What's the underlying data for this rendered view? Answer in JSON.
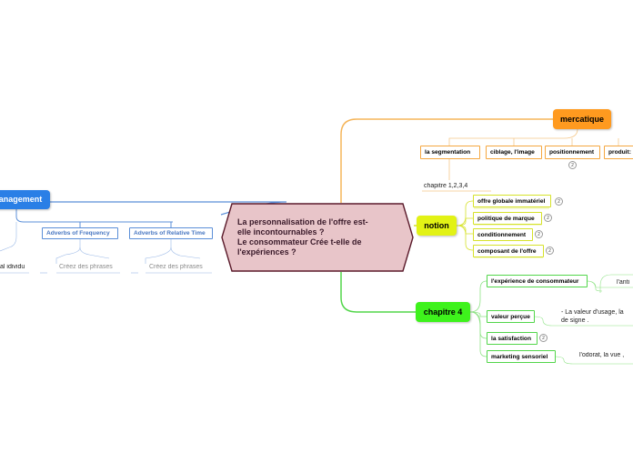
{
  "central": {
    "lines": [
      "La personnalisation de l'offre est-",
      "elle incontournables ?",
      "Le consommateur Crée t-elle de",
      "l'expériences ?"
    ]
  },
  "mercatique": {
    "label": "mercatique",
    "children": [
      "la segmentation",
      "ciblage, l'image",
      "positionnement",
      "produit:"
    ],
    "positionnement_badge": "2",
    "segmentation_note": "chapitre 1,2,3,4"
  },
  "notion": {
    "label": "notion",
    "children": [
      {
        "label": "offre globale immatériel",
        "badge": "2"
      },
      {
        "label": "politique de marque",
        "badge": "2"
      },
      {
        "label": "conditionnement",
        "badge": "2"
      },
      {
        "label": "composant de l'offre",
        "badge": "2"
      }
    ]
  },
  "chapitre4": {
    "label": "chapitre 4",
    "children": [
      {
        "label": "l'expérience de consommateur",
        "note": "l'anti"
      },
      {
        "label": "valeur perçue",
        "note_lines": [
          "- La valeur d'usage, la",
          "de signe ."
        ]
      },
      {
        "label": "la satisfaction",
        "badge": "2"
      },
      {
        "label": "marketing sensoriel",
        "note": "l'odorat, la vue ,"
      }
    ]
  },
  "management": {
    "label": "anagement",
    "children": [
      {
        "label": "Adverbs of Frequency",
        "note": "Créez des phrases"
      },
      {
        "label": "Adverbs of Relative Time",
        "note": "Créez des phrases"
      }
    ],
    "left_note": "al idividu"
  },
  "colors": {
    "orange": "#ff9a1f",
    "yellow": "#e2f215",
    "green": "#3ef21c",
    "blue": "#2a7fe6",
    "central_fill": "#e8c5c9",
    "central_border": "#5a1a2a"
  }
}
